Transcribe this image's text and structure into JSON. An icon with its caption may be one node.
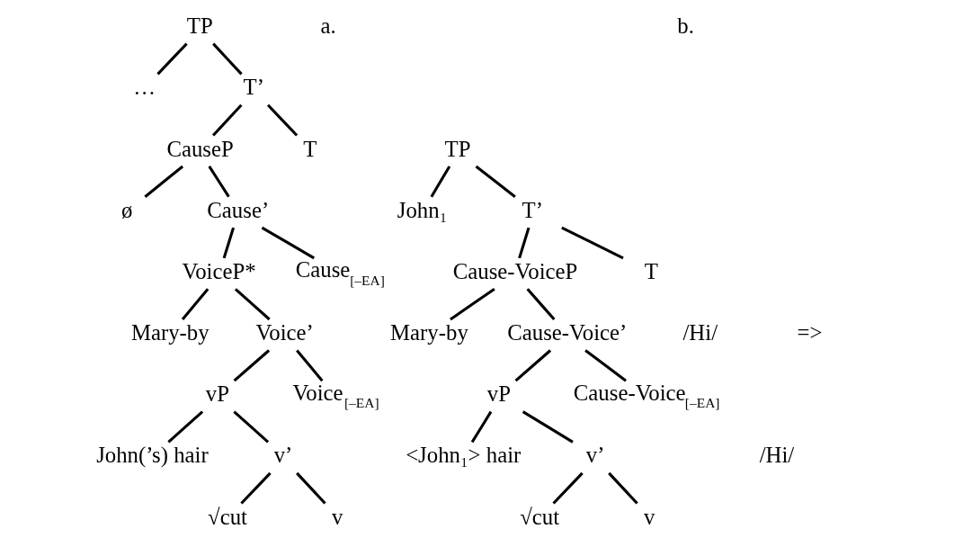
{
  "diagram": {
    "nodes": [
      {
        "text": [
          "TP"
        ]
      },
      {
        "text": [
          "…"
        ]
      },
      {
        "text": [
          "T’"
        ]
      },
      {
        "text": [
          "CauseP"
        ]
      },
      {
        "text": [
          "T"
        ]
      },
      {
        "text": [
          "ø"
        ]
      },
      {
        "text": [
          "Cause’"
        ]
      },
      {
        "text": [
          "VoiceP*"
        ]
      },
      {
        "text": [
          "Cause$_{[–EA]}$"
        ]
      },
      {
        "text": [
          "Mary-by"
        ]
      },
      {
        "text": [
          "Voice’"
        ]
      },
      {
        "text": [
          "vP"
        ]
      },
      {
        "text": [
          "Voice$_{[–EA]}$"
        ]
      },
      {
        "text": [
          "John(’s) hair"
        ]
      },
      {
        "text": [
          "v’"
        ]
      },
      {
        "text": [
          "√cut"
        ]
      },
      {
        "text": [
          "v"
        ]
      },
      {
        "text": [
          "TP"
        ]
      },
      {
        "text": [
          "John₁"
        ]
      },
      {
        "text": [
          "T’"
        ]
      },
      {
        "text": [
          "Cause-VoiceP"
        ]
      },
      {
        "text": [
          "T"
        ]
      },
      {
        "text": [
          "Mary-by"
        ]
      },
      {
        "text": [
          "Cause-Voice’"
        ]
      },
      {
        "text": [
          "vP"
        ]
      },
      {
        "text": [
          "Cause-Voice$_{[–EA]}$"
        ]
      },
      {
        "text": [
          "<John₁> hair"
        ]
      },
      {
        "text": [
          "v’"
        ]
      },
      {
        "text": [
          "√cut"
        ]
      },
      {
        "text": [
          "v"
        ]
      }
    ],
    "edges": [
      {
        "from": 0,
        "to": 1,
        "arrow": "none"
      },
      {
        "from": 0,
        "to": 2,
        "arrow": "none"
      },
      {
        "from": 2,
        "to": 3,
        "arrow": "none"
      },
      {
        "from": 2,
        "to": 4,
        "arrow": "none"
      },
      {
        "from": 3,
        "to": 5,
        "arrow": "none"
      },
      {
        "from": 3,
        "to": 6,
        "arrow": "none"
      },
      {
        "from": 6,
        "to": 7,
        "arrow": "none"
      },
      {
        "from": 6,
        "to": 8,
        "arrow": "none"
      },
      {
        "from": 7,
        "to": 9,
        "arrow": "none"
      },
      {
        "from": 7,
        "to": 10,
        "arrow": "none"
      },
      {
        "from": 10,
        "to": 11,
        "arrow": "none"
      },
      {
        "from": 10,
        "to": 12,
        "arrow": "none"
      },
      {
        "from": 11,
        "to": 13,
        "arrow": "none"
      },
      {
        "from": 11,
        "to": 14,
        "arrow": "none"
      },
      {
        "from": 14,
        "to": 15,
        "arrow": "none"
      },
      {
        "from": 14,
        "to": 16,
        "arrow": "none"
      },
      {
        "from": 17,
        "to": 18,
        "arrow": "none"
      },
      {
        "from": 17,
        "to": 19,
        "arrow": "none"
      },
      {
        "from": 19,
        "to": 20,
        "arrow": "none"
      },
      {
        "from": 19,
        "to": 21,
        "arrow": "none"
      },
      {
        "from": 20,
        "to": 22,
        "arrow": "none"
      },
      {
        "from": 20,
        "to": 23,
        "arrow": "none"
      },
      {
        "from": 23,
        "to": 24,
        "arrow": "none"
      },
      {
        "from": 23,
        "to": 25,
        "arrow": "none"
      },
      {
        "from": 24,
        "to": 26,
        "arrow": "none"
      },
      {
        "from": 24,
        "to": 27,
        "arrow": "none"
      },
      {
        "from": 27,
        "to": 28,
        "arrow": "none"
      },
      {
        "from": 27,
        "to": 29,
        "arrow": "none"
      }
    ],
    "labels": [
      "a.",
      "b.",
      "/Hi/",
      "=>",
      "/Hi/"
    ]
  }
}
